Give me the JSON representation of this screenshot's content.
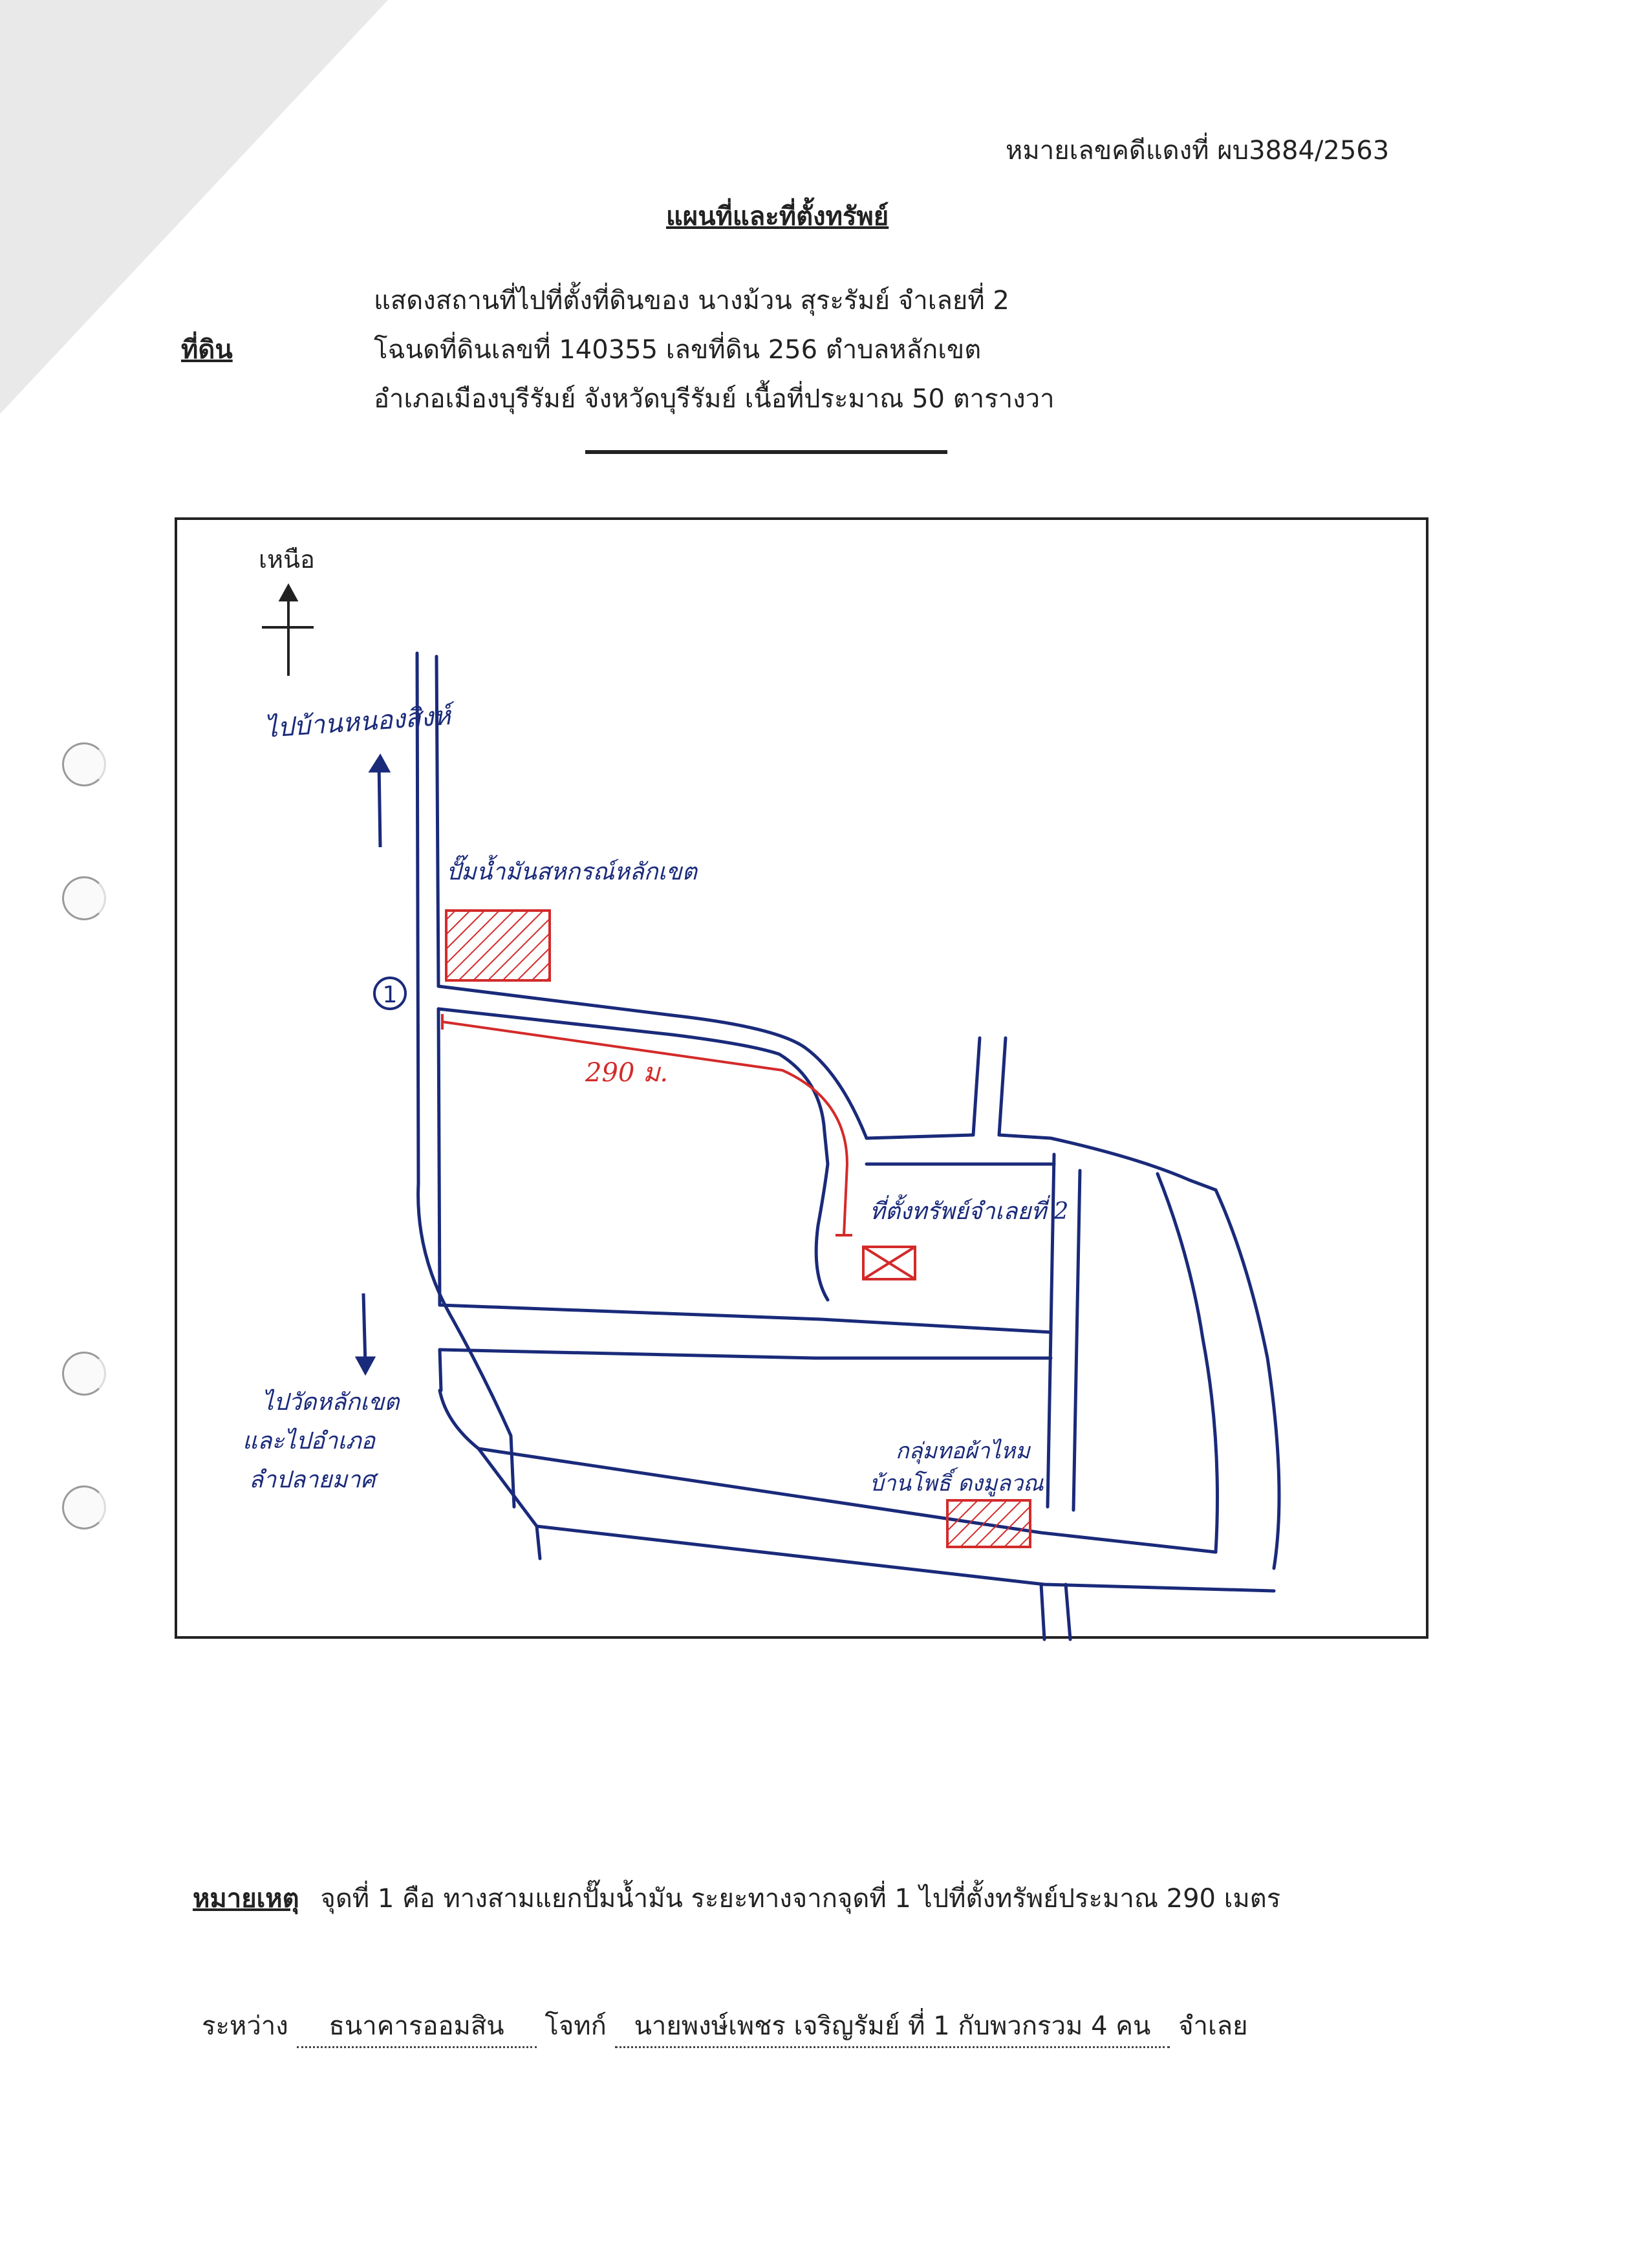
{
  "case": {
    "number_text": "หมายเลขคดีแดงที่ ผบ3884/2563"
  },
  "heading": {
    "title": "แผนที่และที่ตั้งทรัพย์"
  },
  "land": {
    "label": "ที่ดิน",
    "line1": "แสดงสถานที่ไปที่ตั้งที่ดินของ นางม้วน สุระรัมย์  จำเลยที่ 2",
    "line2": "โฉนดที่ดินเลขที่ 140355 เลขที่ดิน 256 ตำบลหลักเขต",
    "line3": "อำเภอเมืองบุรีรัมย์ จังหวัดบุรีรัมย์  เนื้อที่ประมาณ 50 ตารางวา"
  },
  "map": {
    "north_label": "เหนือ",
    "point_marker": "1",
    "distance_label": "290 ม.",
    "arrow_up_label": "ไปบ้านหนองสิงห์",
    "gas_station_label": "ปั๊มน้ำมันสหกรณ์หลักเขต",
    "property_label": "ที่ตั้งทรัพย์จำเลยที่ 2",
    "arrow_down_label_lines": [
      "ไปวัดหลักเขต",
      "และไปอำเภอ",
      "ลำปลายมาศ"
    ],
    "group_label_lines": [
      "กลุ่มทอผ้าไหม",
      "บ้านโพธิ์ ดงมูลวณ"
    ],
    "colors": {
      "ink_blue": "#1a2a7a",
      "ink_red": "#d42a2a",
      "frame": "#222222"
    }
  },
  "note": {
    "label": "หมายเหตุ",
    "text": "จุดที่ 1 คือ ทางสามแยกปั๊มน้ำมัน ระยะทางจากจุดที่ 1 ไปที่ตั้งทรัพย์ประมาณ 290 เมตร"
  },
  "parties": {
    "between": "ระหว่าง",
    "plaintiff_name": "ธนาคารออมสิน",
    "plaintiff_role": "โจทก์",
    "defendant_name": "นายพงษ์เพชร เจริญรัมย์  ที่ 1   กับพวกรวม  4  คน",
    "defendant_role": "จำเลย"
  }
}
